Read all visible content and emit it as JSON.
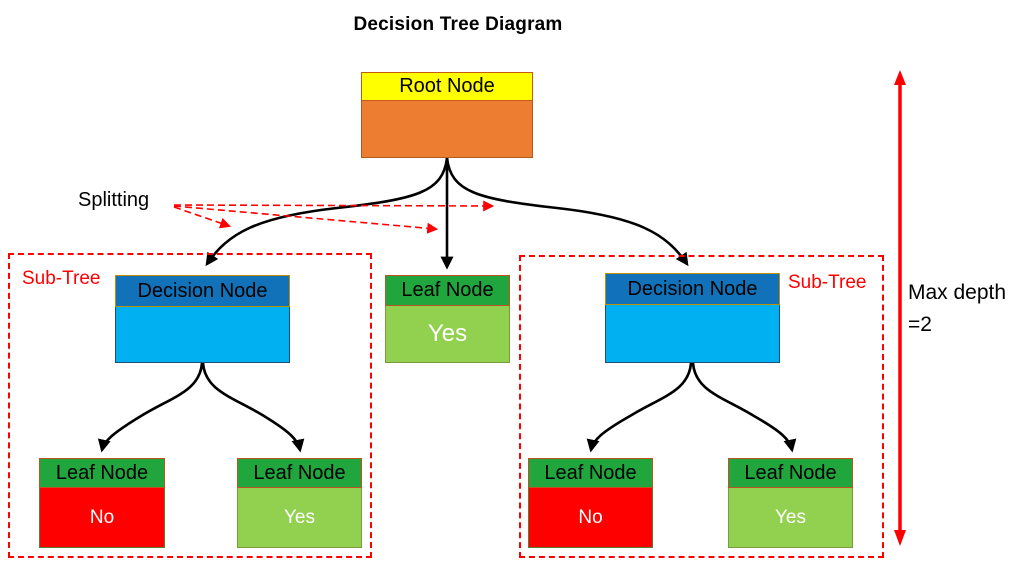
{
  "title": "Decision Tree Diagram",
  "annotations": {
    "splitting_label": "Splitting",
    "subtree_left_label": "Sub-Tree",
    "subtree_right_label": "Sub-Tree",
    "max_depth_line1": "Max depth",
    "max_depth_line2": "=2"
  },
  "nodes": {
    "root": {
      "header": "Root Node"
    },
    "decision_left": {
      "header": "Decision Node"
    },
    "decision_right": {
      "header": "Decision Node"
    },
    "leaf_middle": {
      "header": "Leaf Node",
      "value": "Yes"
    },
    "leaf_left_no": {
      "header": "Leaf Node",
      "value": "No"
    },
    "leaf_left_yes": {
      "header": "Leaf Node",
      "value": "Yes"
    },
    "leaf_right_no": {
      "header": "Leaf Node",
      "value": "No"
    },
    "leaf_right_yes": {
      "header": "Leaf Node",
      "value": "Yes"
    }
  },
  "colors": {
    "root_header": "#FFFF00",
    "root_header_border": "#C55A11",
    "root_body": "#ED7D31",
    "root_body_border": "#AE5A21",
    "decision_header": "#1272B9",
    "decision_header_border": "#BF9000",
    "decision_body": "#00B0F0",
    "decision_body_border": "#1F4E79",
    "leaf_header": "#21A63E",
    "leaf_header_border": "#C0531F",
    "leaf_body_yes": "#92D050",
    "leaf_body_yes_border": "#7A9B3E",
    "leaf_body_no": "#FF0000",
    "leaf_body_no_border": "#548235",
    "accent_red": "#FF0000",
    "connector_black": "#000000"
  }
}
